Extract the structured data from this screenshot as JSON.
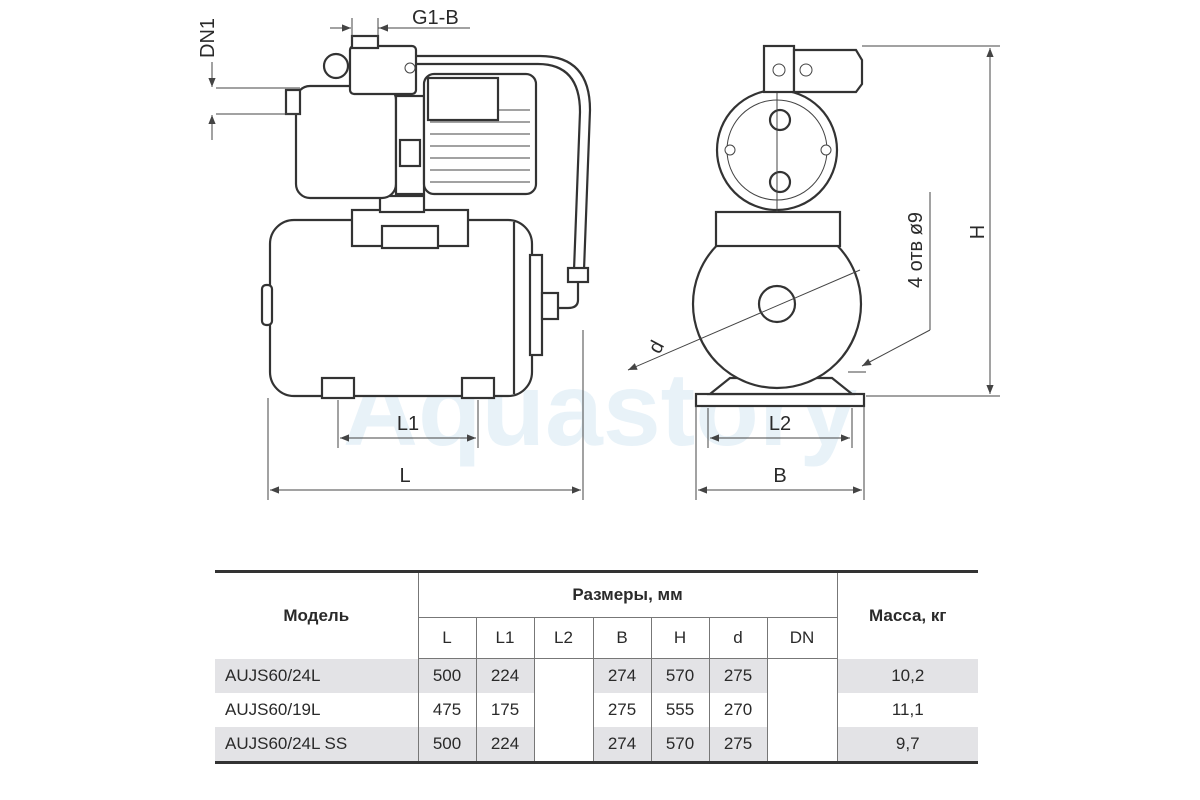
{
  "watermark": "Aquastory",
  "drawing_labels": {
    "dn1": "DN1",
    "g1b": "G1-B",
    "l": "L",
    "l1": "L1",
    "l2": "L2",
    "b": "B",
    "h": "H",
    "d": "d",
    "holes": "4 отв ø9"
  },
  "table": {
    "model_header": "Модель",
    "dims_header": "Размеры, мм",
    "mass_header": "Масса, кг",
    "dim_columns": [
      "L",
      "L1",
      "L2",
      "B",
      "H",
      "d",
      "DN"
    ],
    "rows": [
      {
        "model": "AUJS60/24L",
        "L": "500",
        "L1": "224",
        "L2": "",
        "B": "274",
        "H": "570",
        "d": "275",
        "DN": "",
        "mass": "10,2"
      },
      {
        "model": "AUJS60/19L",
        "L": "475",
        "L1": "175",
        "L2": "",
        "B": "275",
        "H": "555",
        "d": "270",
        "DN": "",
        "mass": "11,1"
      },
      {
        "model": "AUJS60/24L SS",
        "L": "500",
        "L1": "224",
        "L2": "",
        "B": "274",
        "H": "570",
        "d": "275",
        "DN": "",
        "mass": "9,7"
      }
    ]
  }
}
